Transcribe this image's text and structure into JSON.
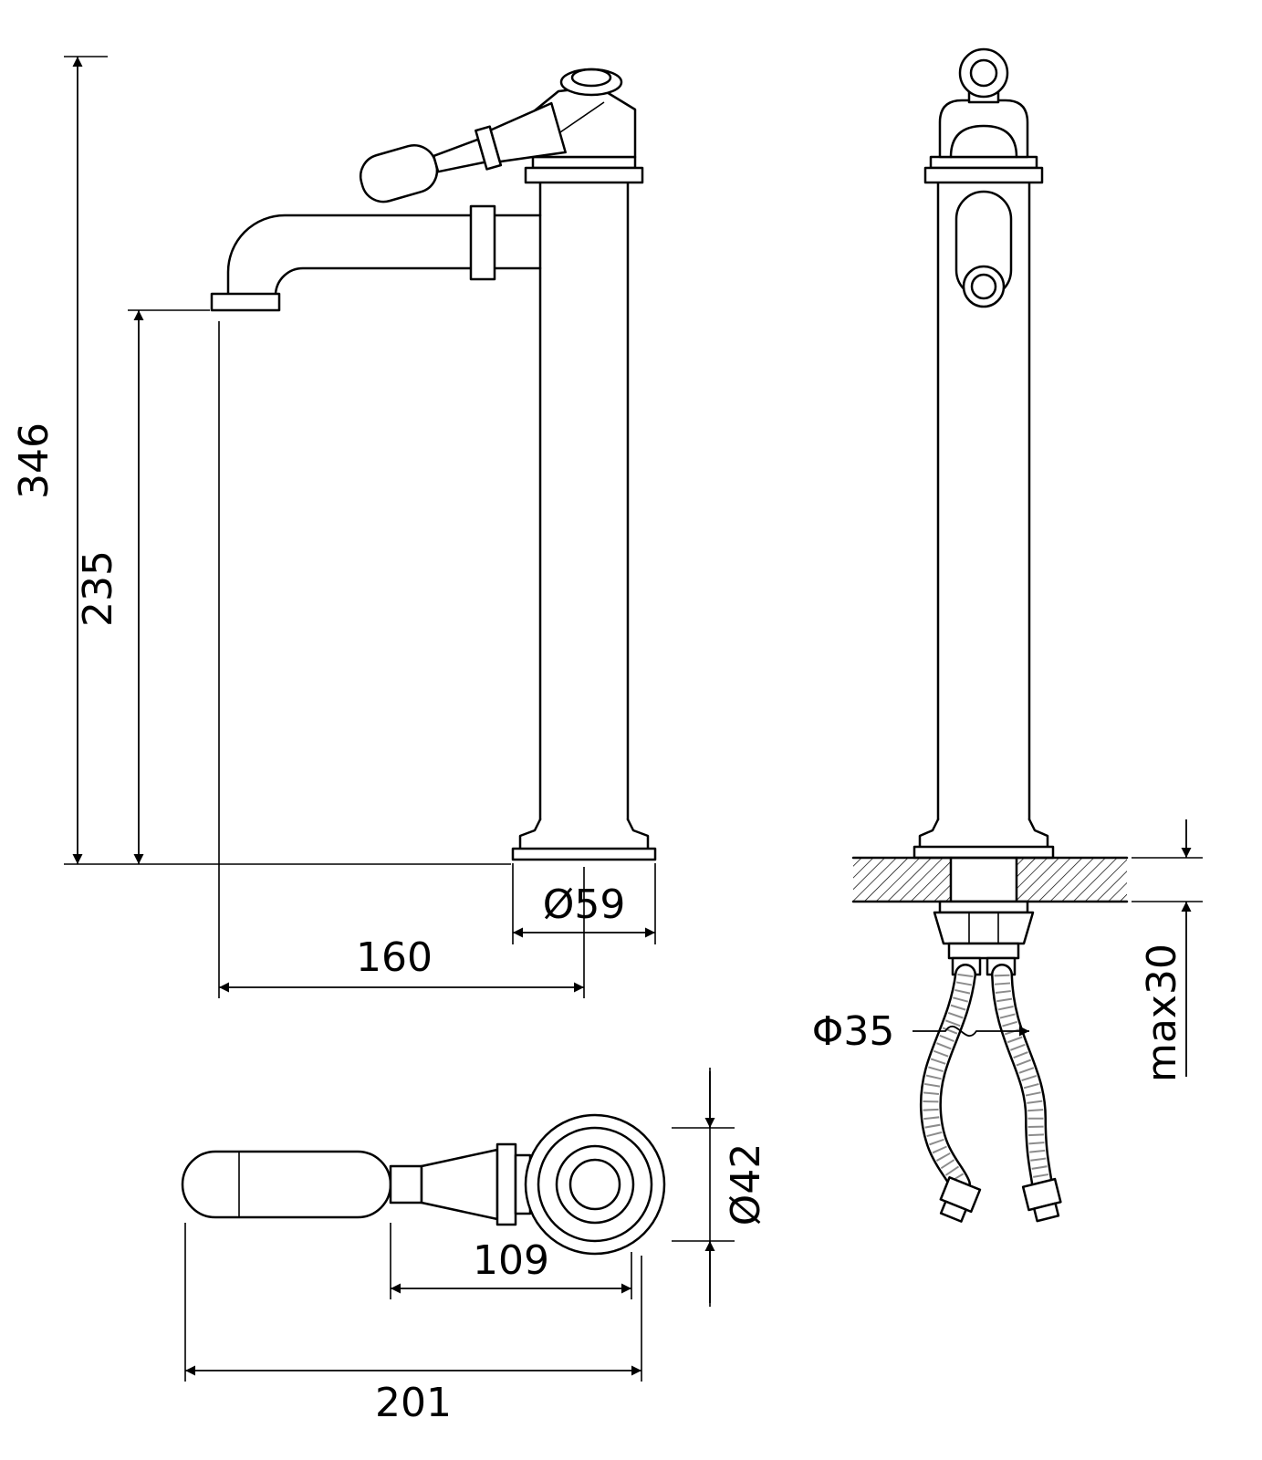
{
  "colors": {
    "line": "#000000",
    "background": "#ffffff"
  },
  "dims": {
    "height_total": "346",
    "height_spout": "235",
    "base_dia": "Ø59",
    "reach": "160",
    "hole_dia": "Φ35",
    "counter_max": "max30",
    "body_dia": "Ø42",
    "handle_len": "109",
    "overall_len": "201"
  }
}
